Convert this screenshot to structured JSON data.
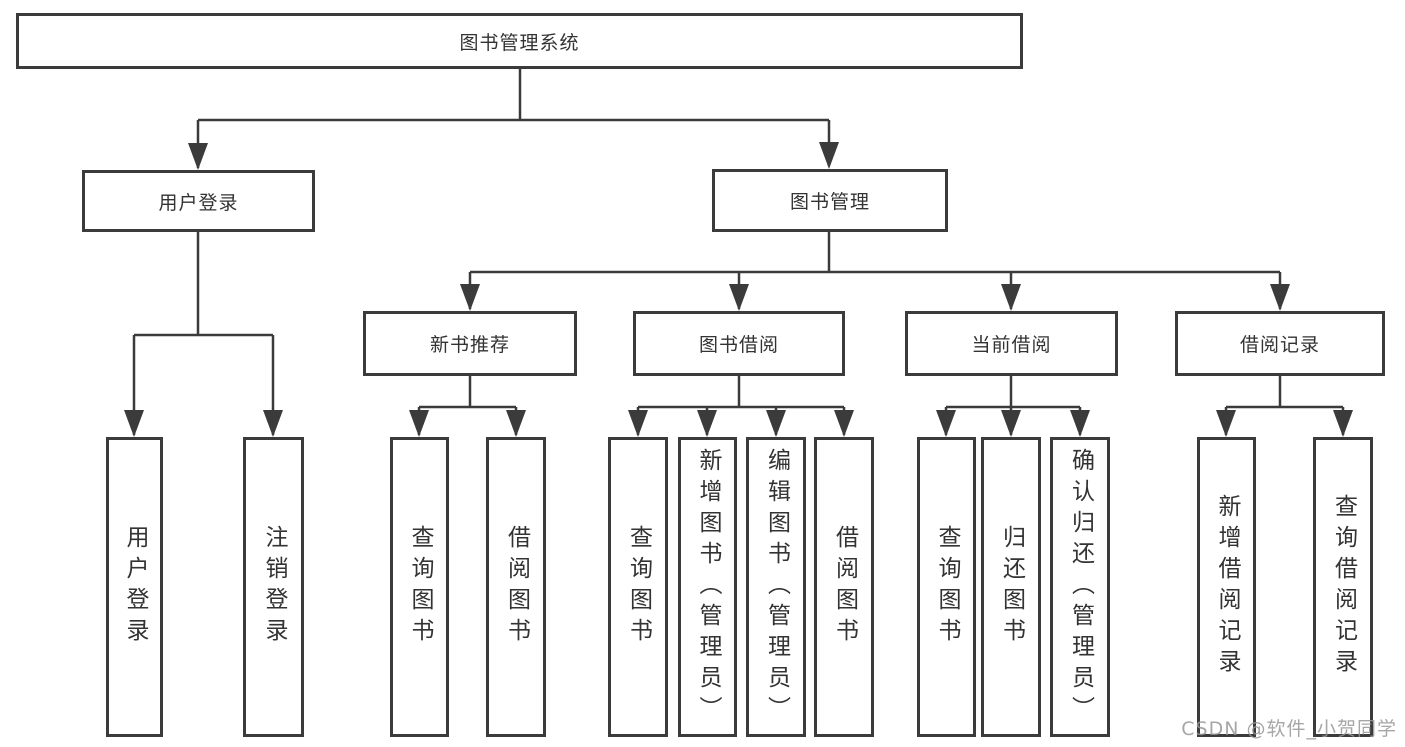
{
  "diagram": {
    "tree": {
      "label": "图书管理系统",
      "children": [
        {
          "label": "用户登录",
          "children": [
            {
              "label": "用户登录"
            },
            {
              "label": "注销登录"
            }
          ]
        },
        {
          "label": "图书管理",
          "children": [
            {
              "label": "新书推荐",
              "children": [
                {
                  "label": "查询图书"
                },
                {
                  "label": "借阅图书"
                }
              ]
            },
            {
              "label": "图书借阅",
              "children": [
                {
                  "label": "查询图书"
                },
                {
                  "label": "新增图书（管理员）"
                },
                {
                  "label": "编辑图书（管理员）"
                },
                {
                  "label": "借阅图书"
                }
              ]
            },
            {
              "label": "当前借阅",
              "children": [
                {
                  "label": "查询图书"
                },
                {
                  "label": "归还图书"
                },
                {
                  "label": "确认归还（管理员）"
                }
              ]
            },
            {
              "label": "借阅记录",
              "children": [
                {
                  "label": "新增借阅记录"
                },
                {
                  "label": "查询借阅记录"
                }
              ]
            }
          ]
        }
      ]
    },
    "watermark": "CSDN @软件_小贺同学",
    "colors": {
      "line": "#3b3b3b",
      "box_border": "#3b3b3b",
      "text": "#333333",
      "background": "#ffffff",
      "watermark": "#969696"
    }
  }
}
